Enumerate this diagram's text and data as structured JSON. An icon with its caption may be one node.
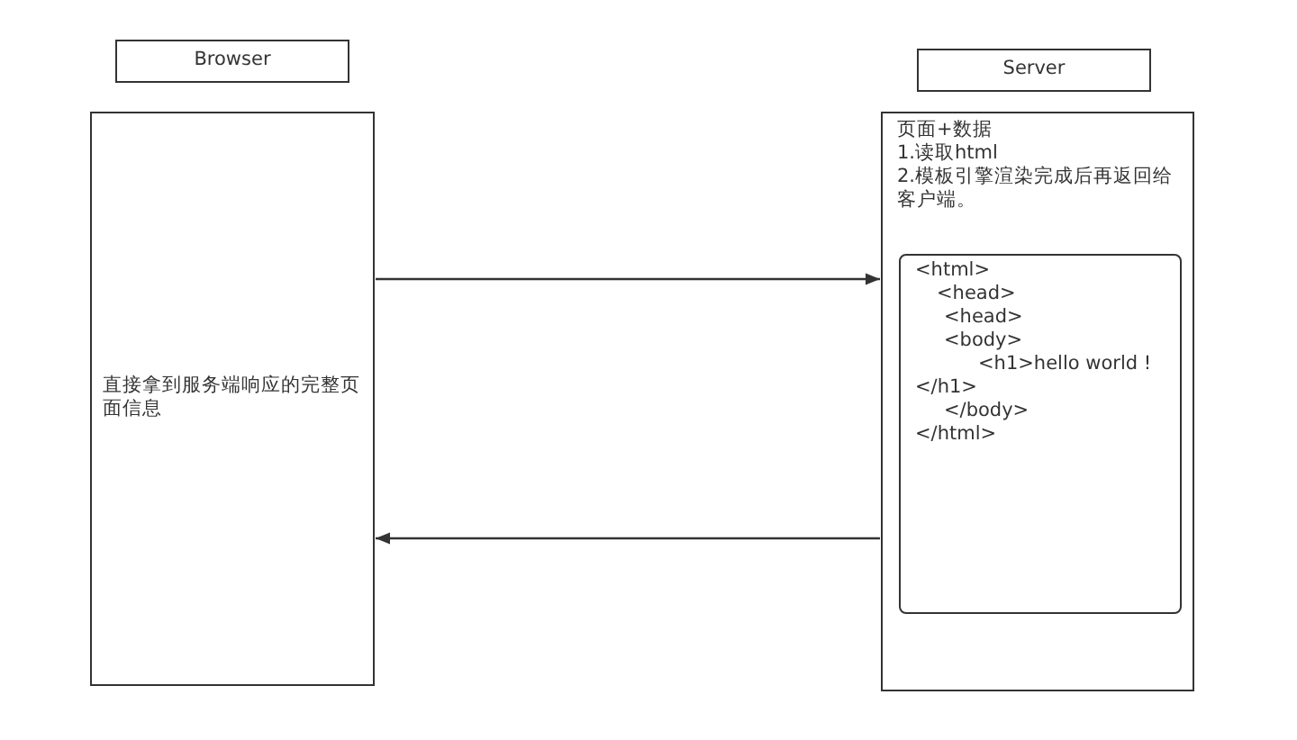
{
  "diagram": {
    "nodes": [
      {
        "text": [
          "Browser"
        ]
      },
      {
        "text": [
          "Server"
        ]
      },
      {
        "text": [
          "直接拿到服务端响应的完整页面信息"
        ]
      },
      {
        "text": [
          "页面+数据",
          "1.读取html",
          "2.模板引擎渲染完成后再返回给客户端。"
        ]
      },
      {
        "text": [
          "<html>",
          "<head>",
          "<head>",
          "<body>",
          "<h1>hello world !",
          "</h1>",
          "</body>",
          "</html>"
        ],
        "in": 3
      }
    ],
    "edges": [
      {
        "from": 2,
        "to": 3,
        "arrow": "to"
      },
      {
        "from": 3,
        "to": 2,
        "arrow": "to"
      }
    ]
  }
}
